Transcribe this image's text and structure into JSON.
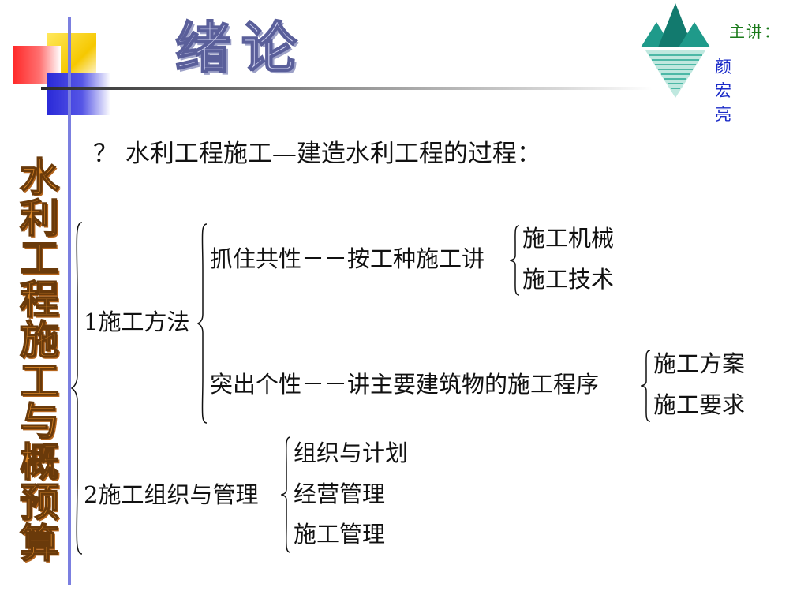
{
  "title": "绪论",
  "side_title": "水利工程施工与概预算",
  "lecturer": {
    "label": "主讲：",
    "name": "颜 宏 亮"
  },
  "intro": "？ 水利工程施工—建造水利工程的过程：",
  "tree": {
    "method": {
      "label": "1施工方法",
      "common": {
        "label": "抓住共性－－按工种施工讲",
        "items": [
          "施工机械",
          "施工技术"
        ]
      },
      "individual": {
        "label": "突出个性－－讲主要建筑物的施工程序",
        "items": [
          "施工方案",
          "施工要求"
        ]
      }
    },
    "organization": {
      "label": "2施工组织与管理",
      "items": [
        "组织与计划",
        "经营管理",
        "施工管理"
      ]
    }
  },
  "colors": {
    "title_fill": "#d6d8f5",
    "side_title": "#e08b2a",
    "lecturer_label": "#1a7a1a",
    "lecturer_name": "#1b2bc8",
    "accent_line": "#7b7fe0"
  }
}
